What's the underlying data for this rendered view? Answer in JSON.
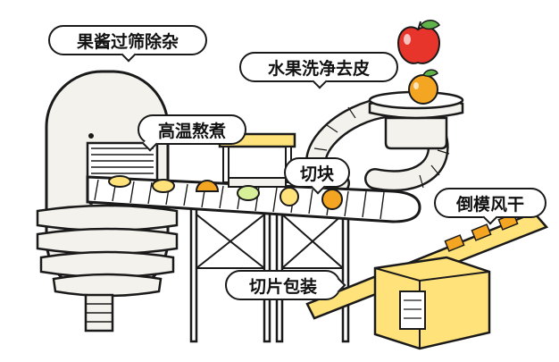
{
  "labels": {
    "sieve": "果酱过筛除杂",
    "wash_peel": "水果洗净去皮",
    "cook": "高温熬煮",
    "cut": "切块",
    "mold_dry": "倒模风干",
    "slice_pack": "切片包装"
  },
  "colors": {
    "outline": "#1a1a1a",
    "yellow": "#ffe27a",
    "orange": "#f4a623",
    "apple_red": "#e8352b",
    "pale": "#f4f2ec"
  }
}
